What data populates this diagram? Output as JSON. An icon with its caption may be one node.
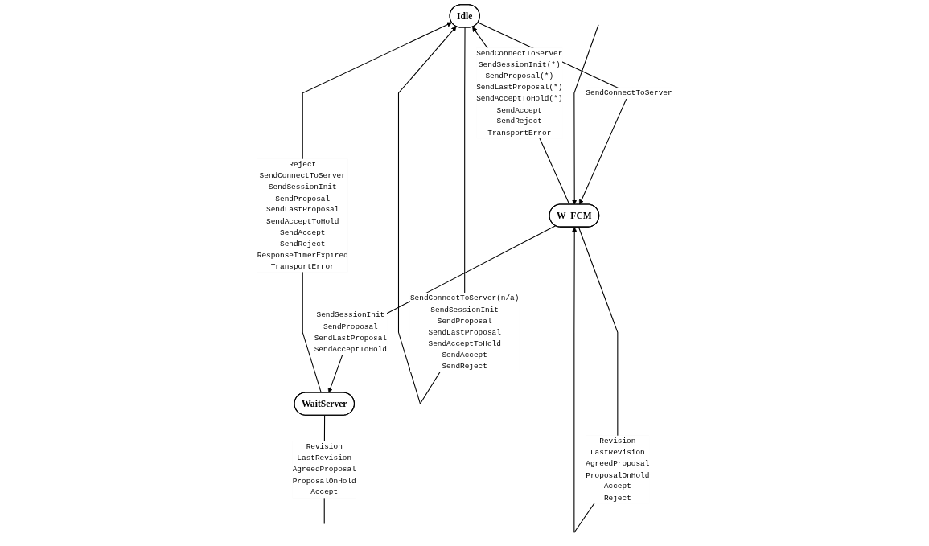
{
  "diagram": {
    "nodes": [
      {
        "text": [
          "Idle"
        ]
      },
      {
        "text": [
          "W_FCM"
        ]
      },
      {
        "text": [
          "WaitServer"
        ]
      }
    ],
    "edges": [
      {
        "from": 0,
        "to": 0,
        "arrow": "to",
        "label": "SendConnectToServer(n/a) SendSessionInit SendProposal SendLastProposal SendAcceptToHold SendAccept SendReject"
      },
      {
        "from": 0,
        "to": 1,
        "arrow": "to",
        "label": "SendConnectToServer"
      },
      {
        "from": 1,
        "to": 0,
        "arrow": "to",
        "label": "SendConnectToServer SendSessionInit(*) SendProposal(*) SendLastProposal(*) SendAcceptToHold(*) SendAccept SendReject TransportError"
      },
      {
        "from": 2,
        "to": 0,
        "arrow": "to",
        "label": "Reject SendConnectToServer SendSessionInit SendProposal SendLastProposal SendAcceptToHold SendAccept SendReject ResponseTimerExpired TransportError"
      },
      {
        "from": 1,
        "to": 1,
        "arrow": "to",
        "label": "Revision LastRevision AgreedProposal ProposalOnHold Accept Reject"
      },
      {
        "from": 1,
        "to": 2,
        "arrow": "to",
        "label": "SendSessionInit SendProposal SendLastProposal SendAcceptToHold"
      },
      {
        "from": null,
        "to": 1,
        "arrow": "to"
      },
      {
        "from": 2,
        "to": null,
        "arrow": "none",
        "label": "Revision LastRevision AgreedProposal ProposalOnHold Accept"
      }
    ]
  }
}
